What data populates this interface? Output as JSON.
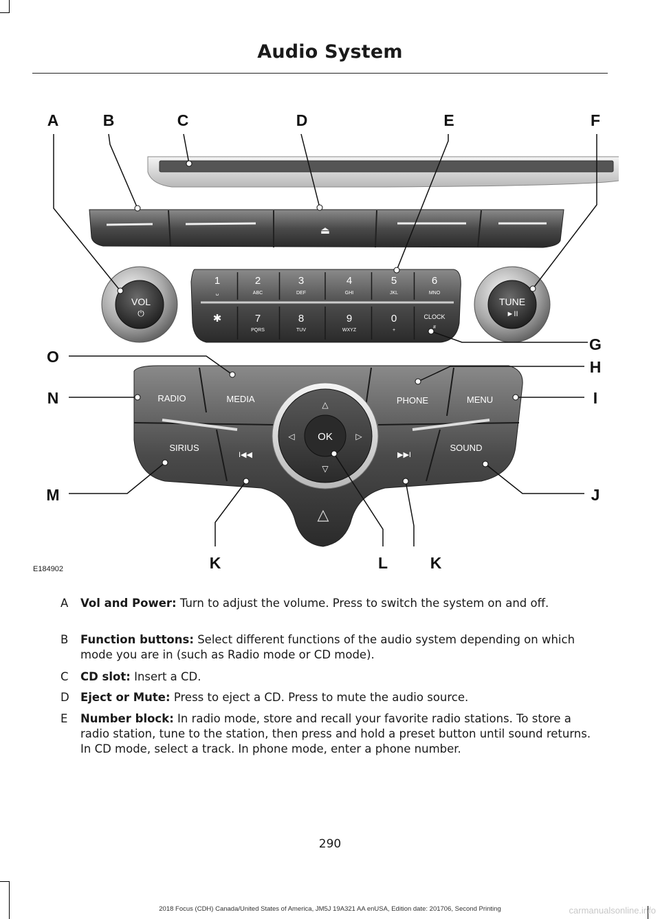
{
  "page": {
    "title": "Audio System",
    "page_number": "290",
    "footer": "2018 Focus (CDH) Canada/United States of America, JM5J 19A321 AA enUSA, Edition date: 201706, Second Printing",
    "watermark": "carmanualsonline.info"
  },
  "figure": {
    "id": "E184902",
    "callouts": [
      "A",
      "B",
      "C",
      "D",
      "E",
      "F",
      "G",
      "H",
      "I",
      "J",
      "K",
      "L",
      "K",
      "M",
      "N",
      "O"
    ],
    "knobs": {
      "vol": "VOL",
      "tune": "TUNE",
      "tune_sub": "►II"
    },
    "keypad": [
      {
        "num": "1",
        "sub": "␣"
      },
      {
        "num": "2",
        "sub": "ABC"
      },
      {
        "num": "3",
        "sub": "DEF"
      },
      {
        "num": "4",
        "sub": "GHI"
      },
      {
        "num": "5",
        "sub": "JKL"
      },
      {
        "num": "6",
        "sub": "MNO"
      },
      {
        "num": "✱",
        "sub": ""
      },
      {
        "num": "7",
        "sub": "PQRS"
      },
      {
        "num": "8",
        "sub": "TUV"
      },
      {
        "num": "9",
        "sub": "WXYZ"
      },
      {
        "num": "0",
        "sub": "+"
      },
      {
        "num": "CLOCK",
        "sub": "#"
      }
    ],
    "lower_buttons": {
      "radio": "RADIO",
      "media": "MEDIA",
      "phone": "PHONE",
      "menu": "MENU",
      "sirius": "SIRIUS",
      "sound": "SOUND",
      "ok": "OK",
      "seek_back": "I◀◀",
      "seek_fwd": "▶▶I",
      "up": "△",
      "down": "▽",
      "left": "◁",
      "right": "▷",
      "hazard": "△"
    },
    "eject_symbol": "⏏"
  },
  "descriptions": [
    {
      "key": "A",
      "term": "Vol and Power:",
      "text": "Turn to adjust the volume. Press to switch the system on and off."
    },
    {
      "key": "B",
      "term": "Function buttons:",
      "text": "Select different functions of the audio system depending on which mode you are in (such as Radio mode or CD mode)."
    },
    {
      "key": "C",
      "term": "CD slot:",
      "text": "Insert a CD."
    },
    {
      "key": "D",
      "term": "Eject or Mute:",
      "text": "Press to eject a CD. Press to mute the audio source."
    },
    {
      "key": "E",
      "term": "Number block:",
      "text": "In radio mode, store and recall your favorite radio stations. To store a radio station, tune to the station, then press and hold a preset button until sound returns. In CD mode, select a track. In phone mode, enter a phone number."
    }
  ]
}
